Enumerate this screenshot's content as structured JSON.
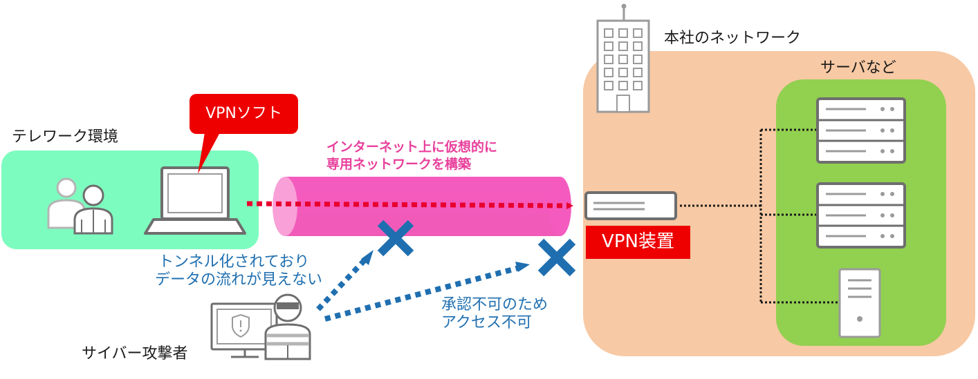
{
  "telework": {
    "title": "テレワーク環境"
  },
  "vpn_software": {
    "label": "VPNソフト"
  },
  "tunnel": {
    "caption_line1": "インターネット上に仮想的に",
    "caption_line2": "専用ネットワークを構築"
  },
  "hq": {
    "title": "本社のネットワーク"
  },
  "servers": {
    "title": "サーバなど"
  },
  "vpn_device": {
    "label": "VPN装置"
  },
  "attack_tunnel": {
    "line1": "トンネル化されており",
    "line2": "データの流れが見えない"
  },
  "attack_denied": {
    "line1": "承認不可のため",
    "line2": "アクセス不可"
  },
  "attacker": {
    "label": "サイバー攻撃者"
  },
  "colors": {
    "telework_bg": "#7dfcbf",
    "hq_bg": "#f7c9a4",
    "server_bg": "#92d050",
    "tunnel": "#f55bbf",
    "vpn_red": "#ee0000",
    "block_blue": "#1f6fb0",
    "icon_gray": "#9a9a9a"
  }
}
